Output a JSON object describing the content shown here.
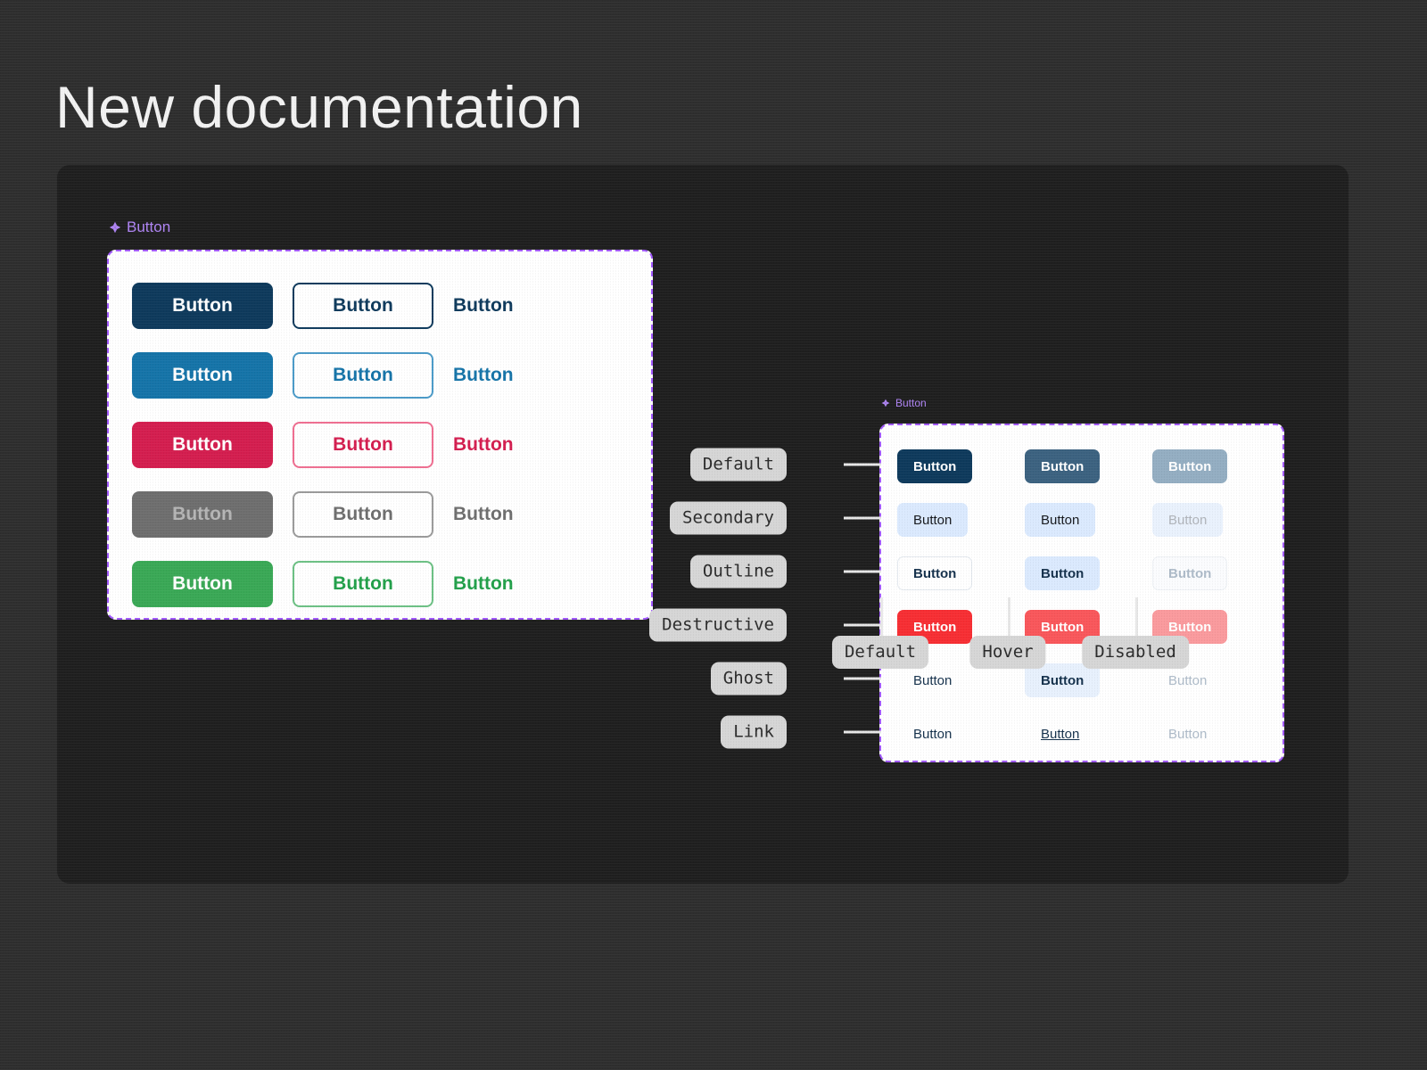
{
  "page": {
    "title": "New documentation",
    "background": "#2e2e2e",
    "stage_background": "#1f1f1f",
    "accent": "#a259ff"
  },
  "figma_labels": {
    "left": {
      "icon": "figma-component-icon",
      "text": "Button"
    },
    "right": {
      "icon": "figma-component-icon",
      "text": "Button"
    }
  },
  "left_card": {
    "label": "Button",
    "button_text": "Button",
    "rows": [
      {
        "name": "navy",
        "solid": {
          "bg": "#0e3a5c",
          "fg": "#ffffff",
          "border": "#0e3a5c"
        },
        "outline": {
          "bg": "#ffffff",
          "fg": "#0e3a5c",
          "border": "#0e3a5c"
        },
        "text": {
          "bg": "transparent",
          "fg": "#0e3a5c",
          "border": "transparent"
        }
      },
      {
        "name": "blue",
        "solid": {
          "bg": "#1574a8",
          "fg": "#ffffff",
          "border": "#1574a8"
        },
        "outline": {
          "bg": "#ffffff",
          "fg": "#1574a8",
          "border": "#4a9ac8"
        },
        "text": {
          "bg": "transparent",
          "fg": "#1574a8",
          "border": "transparent"
        }
      },
      {
        "name": "crimson",
        "solid": {
          "bg": "#d41e4f",
          "fg": "#ffffff",
          "border": "#d41e4f"
        },
        "outline": {
          "bg": "#ffffff",
          "fg": "#d41e4f",
          "border": "#ef6d90"
        },
        "text": {
          "bg": "transparent",
          "fg": "#d41e4f",
          "border": "transparent"
        }
      },
      {
        "name": "gray",
        "solid": {
          "bg": "#6e6e6e",
          "fg": "#b5b5b5",
          "border": "#6e6e6e"
        },
        "outline": {
          "bg": "#ffffff",
          "fg": "#6e6e6e",
          "border": "#9a9a9a"
        },
        "text": {
          "bg": "transparent",
          "fg": "#6e6e6e",
          "border": "transparent"
        }
      },
      {
        "name": "green",
        "solid": {
          "bg": "#3aa856",
          "fg": "#ffffff",
          "border": "#3aa856"
        },
        "outline": {
          "bg": "#ffffff",
          "fg": "#22a04a",
          "border": "#6bc083"
        },
        "text": {
          "bg": "transparent",
          "fg": "#22a04a",
          "border": "transparent"
        }
      }
    ]
  },
  "right_card": {
    "label": "Button",
    "button_text": "Button",
    "row_labels": [
      "Default",
      "Secondary",
      "Outline",
      "Destructive",
      "Ghost",
      "Link"
    ],
    "column_labels": [
      "Default",
      "Hover",
      "Disabled"
    ],
    "matrix": [
      {
        "variant": "Default",
        "states": [
          {
            "state": "Default",
            "bg": "#0e3a5c",
            "fg": "#ffffff",
            "border": "transparent",
            "weight": "bold",
            "underline": false
          },
          {
            "state": "Hover",
            "bg": "#3c6280",
            "fg": "#ffffff",
            "border": "transparent",
            "weight": "bold",
            "underline": false
          },
          {
            "state": "Disabled",
            "bg": "#94aec2",
            "fg": "#ffffff",
            "border": "transparent",
            "weight": "bold",
            "underline": false
          }
        ]
      },
      {
        "variant": "Secondary",
        "states": [
          {
            "state": "Default",
            "bg": "#dbeafe",
            "fg": "#16181d",
            "border": "transparent",
            "weight": "normal",
            "underline": false
          },
          {
            "state": "Hover",
            "bg": "#dbeafe",
            "fg": "#16181d",
            "border": "transparent",
            "weight": "normal",
            "underline": false
          },
          {
            "state": "Disabled",
            "bg": "#eaf2fd",
            "fg": "#b0b4ba",
            "border": "transparent",
            "weight": "normal",
            "underline": false
          }
        ]
      },
      {
        "variant": "Outline",
        "states": [
          {
            "state": "Default",
            "bg": "#ffffff",
            "fg": "#15314c",
            "border": "#e4e9ef",
            "weight": "bold",
            "underline": false
          },
          {
            "state": "Hover",
            "bg": "#dbeafe",
            "fg": "#15314c",
            "border": "transparent",
            "weight": "bold",
            "underline": false
          },
          {
            "state": "Disabled",
            "bg": "#fbfcfe",
            "fg": "#aebbc9",
            "border": "#eef1f5",
            "weight": "bold",
            "underline": false
          }
        ]
      },
      {
        "variant": "Destructive",
        "states": [
          {
            "state": "Default",
            "bg": "#f72e33",
            "fg": "#ffffff",
            "border": "transparent",
            "weight": "bold",
            "underline": false
          },
          {
            "state": "Hover",
            "bg": "#f9575b",
            "fg": "#ffffff",
            "border": "transparent",
            "weight": "bold",
            "underline": false
          },
          {
            "state": "Disabled",
            "bg": "#fa9a9d",
            "fg": "#ffffff",
            "border": "transparent",
            "weight": "bold",
            "underline": false
          }
        ]
      },
      {
        "variant": "Ghost",
        "states": [
          {
            "state": "Default",
            "bg": "transparent",
            "fg": "#15314c",
            "border": "transparent",
            "weight": "normal",
            "underline": false
          },
          {
            "state": "Hover",
            "bg": "#e8f1fd",
            "fg": "#15314c",
            "border": "transparent",
            "weight": "bold",
            "underline": false
          },
          {
            "state": "Disabled",
            "bg": "transparent",
            "fg": "#aebbc9",
            "border": "transparent",
            "weight": "normal",
            "underline": false
          }
        ]
      },
      {
        "variant": "Link",
        "states": [
          {
            "state": "Default",
            "bg": "transparent",
            "fg": "#15314c",
            "border": "transparent",
            "weight": "normal",
            "underline": false
          },
          {
            "state": "Hover",
            "bg": "transparent",
            "fg": "#15314c",
            "border": "transparent",
            "weight": "normal",
            "underline": true
          },
          {
            "state": "Disabled",
            "bg": "transparent",
            "fg": "#aebbc9",
            "border": "transparent",
            "weight": "normal",
            "underline": false
          }
        ]
      }
    ]
  }
}
